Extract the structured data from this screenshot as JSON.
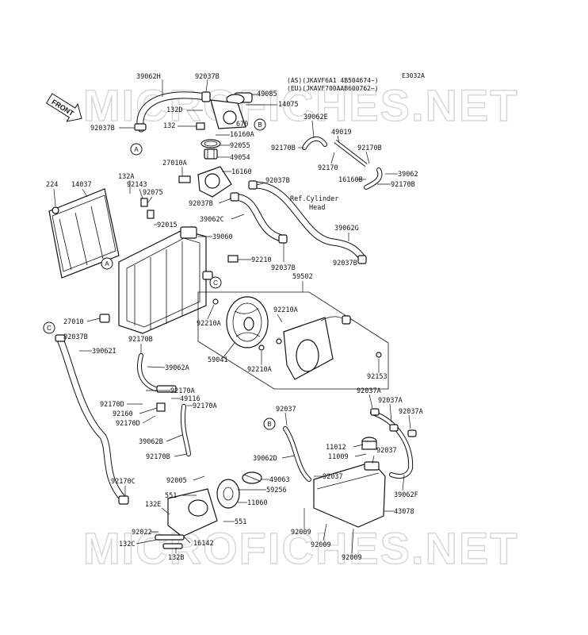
{
  "watermark": "MICROFICHES.NET",
  "diagram_code": "E3032A",
  "front_label": "FRONT",
  "applicability": [
    "(AS)(JKAVF6A1 4B504674~)",
    "(EU)(JKAVF700AAB600762~)"
  ],
  "ref_note": [
    "Ref.Cylinder",
    "Head"
  ],
  "callouts": [
    "A",
    "B",
    "C"
  ],
  "parts": [
    "39062H",
    "92037B",
    "132D",
    "132",
    "92037B",
    "49085",
    "14075",
    "670",
    "16160A",
    "92055",
    "49054",
    "39062E",
    "49019",
    "92170B",
    "92170",
    "92170B",
    "16160B",
    "39062",
    "92170B",
    "27010A",
    "16160",
    "92037B",
    "92037B",
    "39062C",
    "39062G",
    "92037B",
    "92037B",
    "224",
    "14037",
    "132A",
    "92143",
    "92075",
    "92015",
    "39060",
    "92210",
    "59502",
    "27010",
    "92210A",
    "92210A",
    "59041",
    "92210A",
    "92153",
    "92037B",
    "39062I",
    "92170B",
    "39062A",
    "92170A",
    "49116",
    "92170D",
    "92160",
    "92170D",
    "92170A",
    "39062B",
    "92170B",
    "92005",
    "551",
    "92170C",
    "132E",
    "49063",
    "59256",
    "11060",
    "551",
    "92022",
    "132C",
    "16142",
    "132B",
    "92037",
    "92037A",
    "92037A",
    "92037A",
    "11012",
    "11009",
    "92037",
    "39062D",
    "92037",
    "39062F",
    "43078",
    "92009",
    "92009",
    "92009"
  ]
}
